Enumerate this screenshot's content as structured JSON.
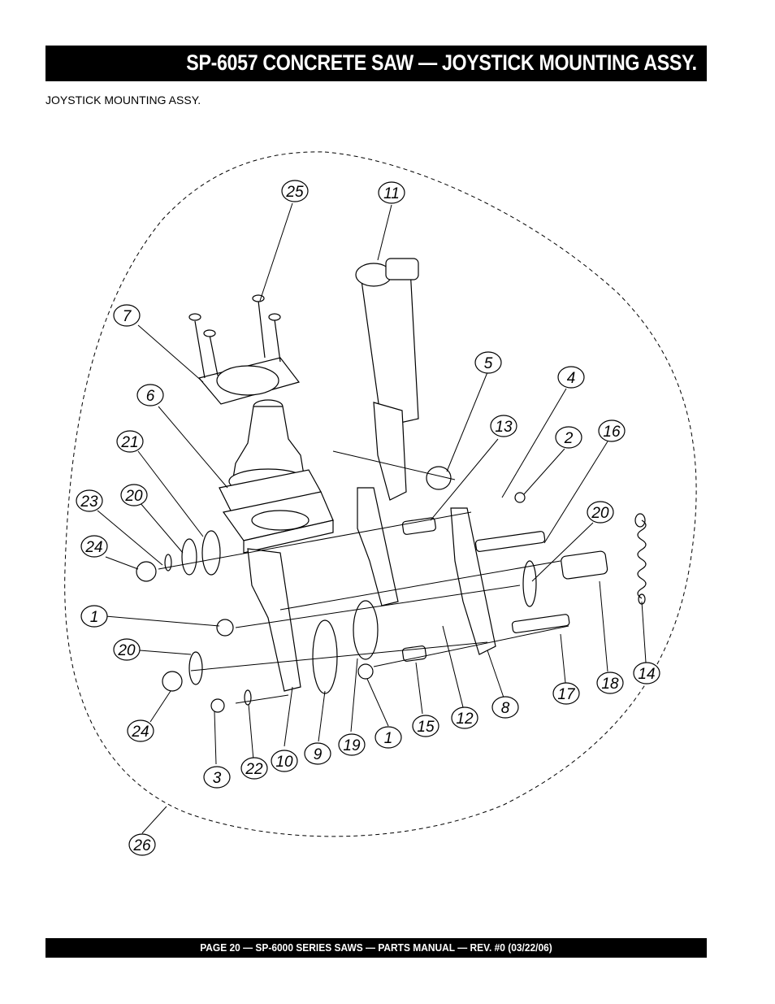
{
  "header": {
    "title": "SP-6057 CONCRETE SAW —  JOYSTICK MOUNTING ASSY."
  },
  "section": {
    "label": "JOYSTICK MOUNTING ASSY."
  },
  "diagram": {
    "callouts": [
      "25",
      "11",
      "7",
      "5",
      "4",
      "6",
      "13",
      "2",
      "16",
      "21",
      "20",
      "23",
      "20",
      "24",
      "1",
      "20",
      "24",
      "3",
      "22",
      "10",
      "9",
      "19",
      "1",
      "15",
      "12",
      "8",
      "17",
      "18",
      "14",
      "26"
    ]
  },
  "footer": {
    "text": "PAGE 20 — SP-6000 SERIES SAWS  — PARTS MANUAL — REV. #0 (03/22/06)"
  }
}
